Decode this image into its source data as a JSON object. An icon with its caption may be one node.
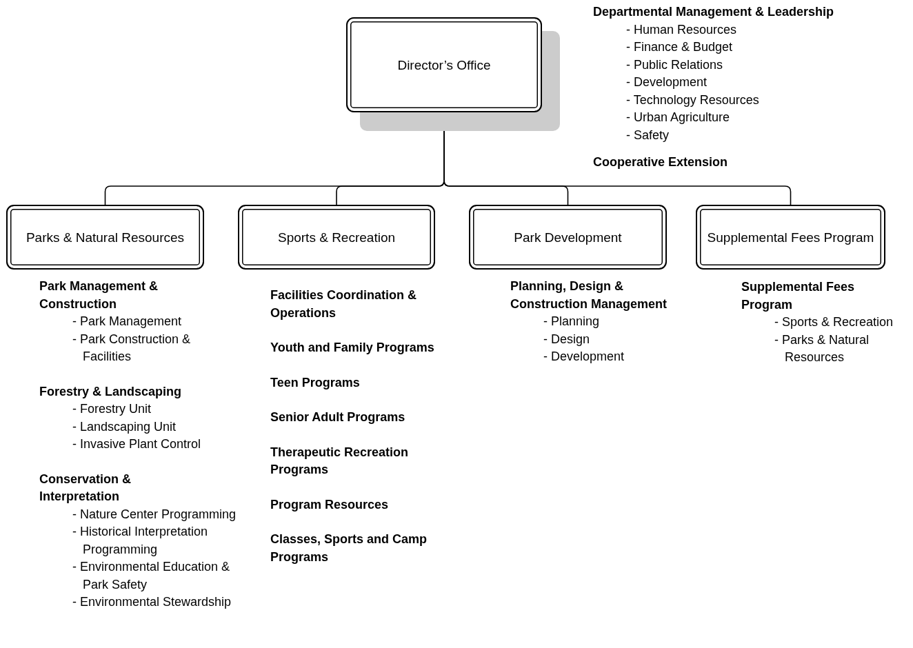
{
  "diagram": {
    "nodes": [
      {
        "text": [
          "Director’s Office"
        ],
        "beside": [
          "Departmental Management & Leadership",
          "- Human Resources",
          "- Finance & Budget",
          "- Public Relations",
          "- Development",
          "- Technology Resources",
          "- Urban Agriculture",
          "- Safety",
          "Cooperative Extension"
        ]
      },
      {
        "text": [
          "Parks & Natural Resources"
        ],
        "beside": [
          "Park Management & Construction",
          "- Park Management",
          "- Park Construction & Facilities",
          "Forestry & Landscaping",
          "- Forestry Unit",
          "- Landscaping Unit",
          "- Invasive Plant Control",
          "Conservation & Interpretation",
          "- Nature Center Programming",
          "- Historical Interpretation Programming",
          "- Environmental Education & Park Safety",
          "- Environmental Stewardship"
        ]
      },
      {
        "text": [
          "Sports & Recreation"
        ],
        "beside": [
          "Facilities Coordination & Operations",
          "Youth and Family Programs",
          "Teen Programs",
          "Senior Adult Programs",
          "Therapeutic Recreation Programs",
          "Program Resources",
          "Classes, Sports and Camp Programs"
        ]
      },
      {
        "text": [
          "Park Development"
        ],
        "beside": [
          "Planning, Design & Construction Management",
          "- Planning",
          "- Design",
          "- Development"
        ]
      },
      {
        "text": [
          "Supplemental Fees Program"
        ],
        "beside": [
          "Supplemental Fees Program",
          "- Sports & Recreation",
          "- Parks & Natural Resources"
        ]
      }
    ],
    "edges": [
      {
        "from": 0,
        "to": 1,
        "arrow": "none"
      },
      {
        "from": 0,
        "to": 2,
        "arrow": "none"
      },
      {
        "from": 0,
        "to": 3,
        "arrow": "none"
      },
      {
        "from": 0,
        "to": 4,
        "arrow": "none"
      }
    ]
  }
}
